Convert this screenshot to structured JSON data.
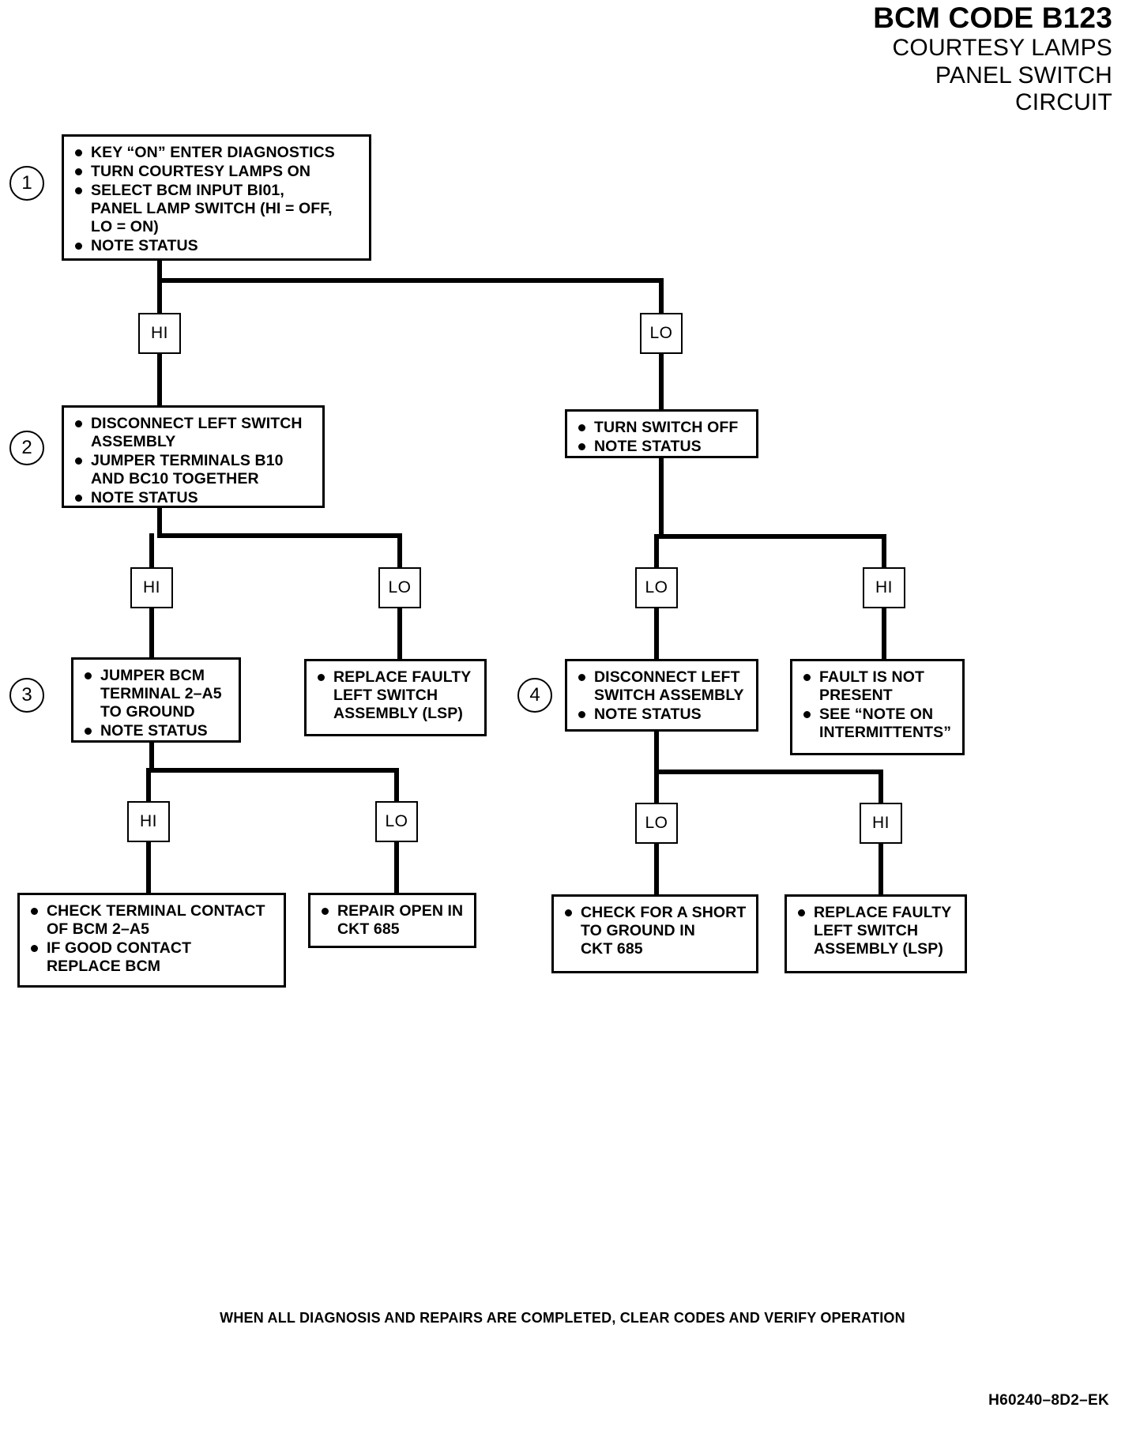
{
  "title": {
    "code": "BCM CODE B123",
    "line2": "COURTESY LAMPS",
    "line3": "PANEL SWITCH",
    "line4": "CIRCUIT"
  },
  "steps": {
    "one": "1",
    "two": "2",
    "three": "3",
    "four": "4"
  },
  "branch_labels": {
    "hi": "HI",
    "lo": "LO"
  },
  "boxes": {
    "step1": {
      "bullets": [
        "KEY “ON” ENTER DIAGNOSTICS",
        "TURN COURTESY LAMPS ON",
        "SELECT BCM INPUT BI01,\nPANEL LAMP SWITCH (HI = OFF,\nLO = ON)",
        "NOTE STATUS"
      ]
    },
    "step2": {
      "bullets": [
        "DISCONNECT LEFT SWITCH\nASSEMBLY",
        "JUMPER TERMINALS B10\nAND BC10 TOGETHER",
        "NOTE STATUS"
      ]
    },
    "turn_switch_off": {
      "bullets": [
        "TURN SWITCH OFF",
        "NOTE STATUS"
      ]
    },
    "step3": {
      "bullets": [
        "JUMPER BCM\nTERMINAL 2–A5\nTO GROUND",
        "NOTE STATUS"
      ]
    },
    "replace_faulty_lsp_left": {
      "bullets": [
        "REPLACE FAULTY\nLEFT SWITCH\nASSEMBLY (LSP)"
      ]
    },
    "step4": {
      "bullets": [
        "DISCONNECT LEFT\nSWITCH ASSEMBLY",
        "NOTE STATUS"
      ]
    },
    "fault_not_present": {
      "bullets": [
        "FAULT IS NOT\nPRESENT",
        "SEE “NOTE ON\nINTERMITTENTS”"
      ]
    },
    "check_terminal_contact": {
      "bullets": [
        "CHECK TERMINAL CONTACT\nOF BCM 2–A5",
        "IF GOOD CONTACT\nREPLACE BCM"
      ]
    },
    "repair_open": {
      "bullets": [
        "REPAIR OPEN IN\nCKT 685"
      ]
    },
    "check_short_ground": {
      "bullets": [
        "CHECK FOR A SHORT\nTO GROUND IN\nCKT 685"
      ]
    },
    "replace_faulty_lsp_right": {
      "bullets": [
        "REPLACE FAULTY\nLEFT SWITCH\nASSEMBLY (LSP)"
      ]
    }
  },
  "footer": {
    "note": "WHEN ALL DIAGNOSIS AND REPAIRS ARE COMPLETED, CLEAR CODES AND VERIFY OPERATION",
    "code": "H60240–8D2–EK"
  },
  "colors": {
    "ink": "#000000",
    "paper": "#ffffff"
  }
}
